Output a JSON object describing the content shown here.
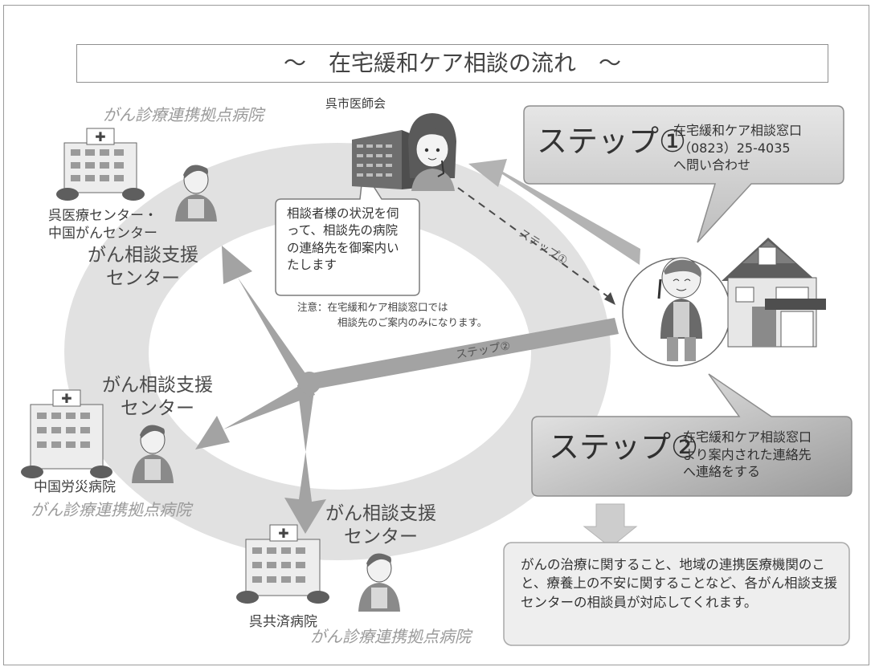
{
  "title": "～　在宅緩和ケア相談の流れ　～",
  "doctor_association": "呉市医師会",
  "speech": "相談者様の状況を伺って、相談先の病院の連絡先を御案内いたします",
  "note": {
    "line1": "注意：在宅緩和ケア相談窓口では",
    "line2": "相談先のご案内のみになります。"
  },
  "step1": {
    "title": "ステップ①",
    "desc_line1": "在宅緩和ケア相談窓口",
    "desc_line2": "（0823）25-4035",
    "desc_line3": "へ問い合わせ"
  },
  "step2": {
    "title": "ステップ②",
    "desc_line1": "在宅緩和ケア相談窓口",
    "desc_line2": "より案内された連絡先",
    "desc_line3": "へ連絡をする"
  },
  "arrow_labels": {
    "step1": "ステップ①",
    "step2": "ステップ②"
  },
  "info": "がんの治療に関すること、地域の連携医療機関のこと、療養上の不安に関することなど、各がん相談支援センターの相談員が対応してくれます。",
  "hospitals": {
    "kure_medical": {
      "base": "がん診療連携拠点病院",
      "name_line1": "呉医療センター・",
      "name_line2": "中国がんセンター",
      "center_line1": "がん相談支援",
      "center_line2": "センター"
    },
    "rosai": {
      "center_line1": "がん相談支援",
      "center_line2": "センター",
      "name": "中国労災病院",
      "base": "がん診療連携拠点病院"
    },
    "kyosai": {
      "center_line1": "がん相談支援",
      "center_line2": "センター",
      "name": "呉共済病院",
      "base": "がん診療連携拠点病院"
    }
  },
  "colors": {
    "ring": "#e1e1e1",
    "arrow": "#b3b3b3",
    "bubble_fill": "#d2d2d2",
    "bubble_stroke": "#8e8e8e",
    "info_box": "#eeeeee"
  }
}
